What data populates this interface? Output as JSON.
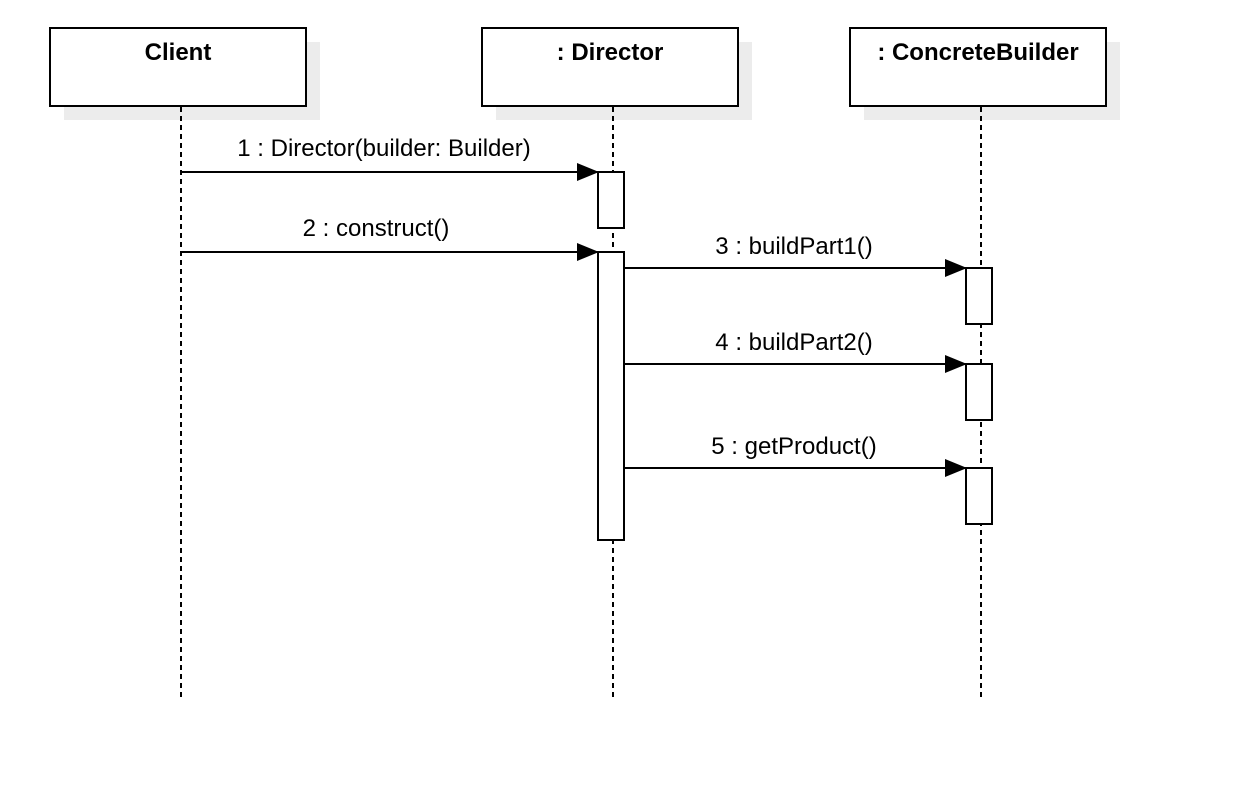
{
  "diagram": {
    "participants": [
      {
        "id": "client",
        "label": "Client"
      },
      {
        "id": "director",
        "label": ": Director"
      },
      {
        "id": "builder",
        "label": ": ConcreteBuilder"
      }
    ],
    "messages": [
      {
        "label": "1 : Director(builder: Builder)",
        "from": "client",
        "to": "director"
      },
      {
        "label": "2 : construct()",
        "from": "client",
        "to": "director"
      },
      {
        "label": "3 : buildPart1()",
        "from": "director",
        "to": "builder"
      },
      {
        "label": "4 : buildPart2()",
        "from": "director",
        "to": "builder"
      },
      {
        "label": "5 : getProduct()",
        "from": "director",
        "to": "builder"
      }
    ]
  }
}
